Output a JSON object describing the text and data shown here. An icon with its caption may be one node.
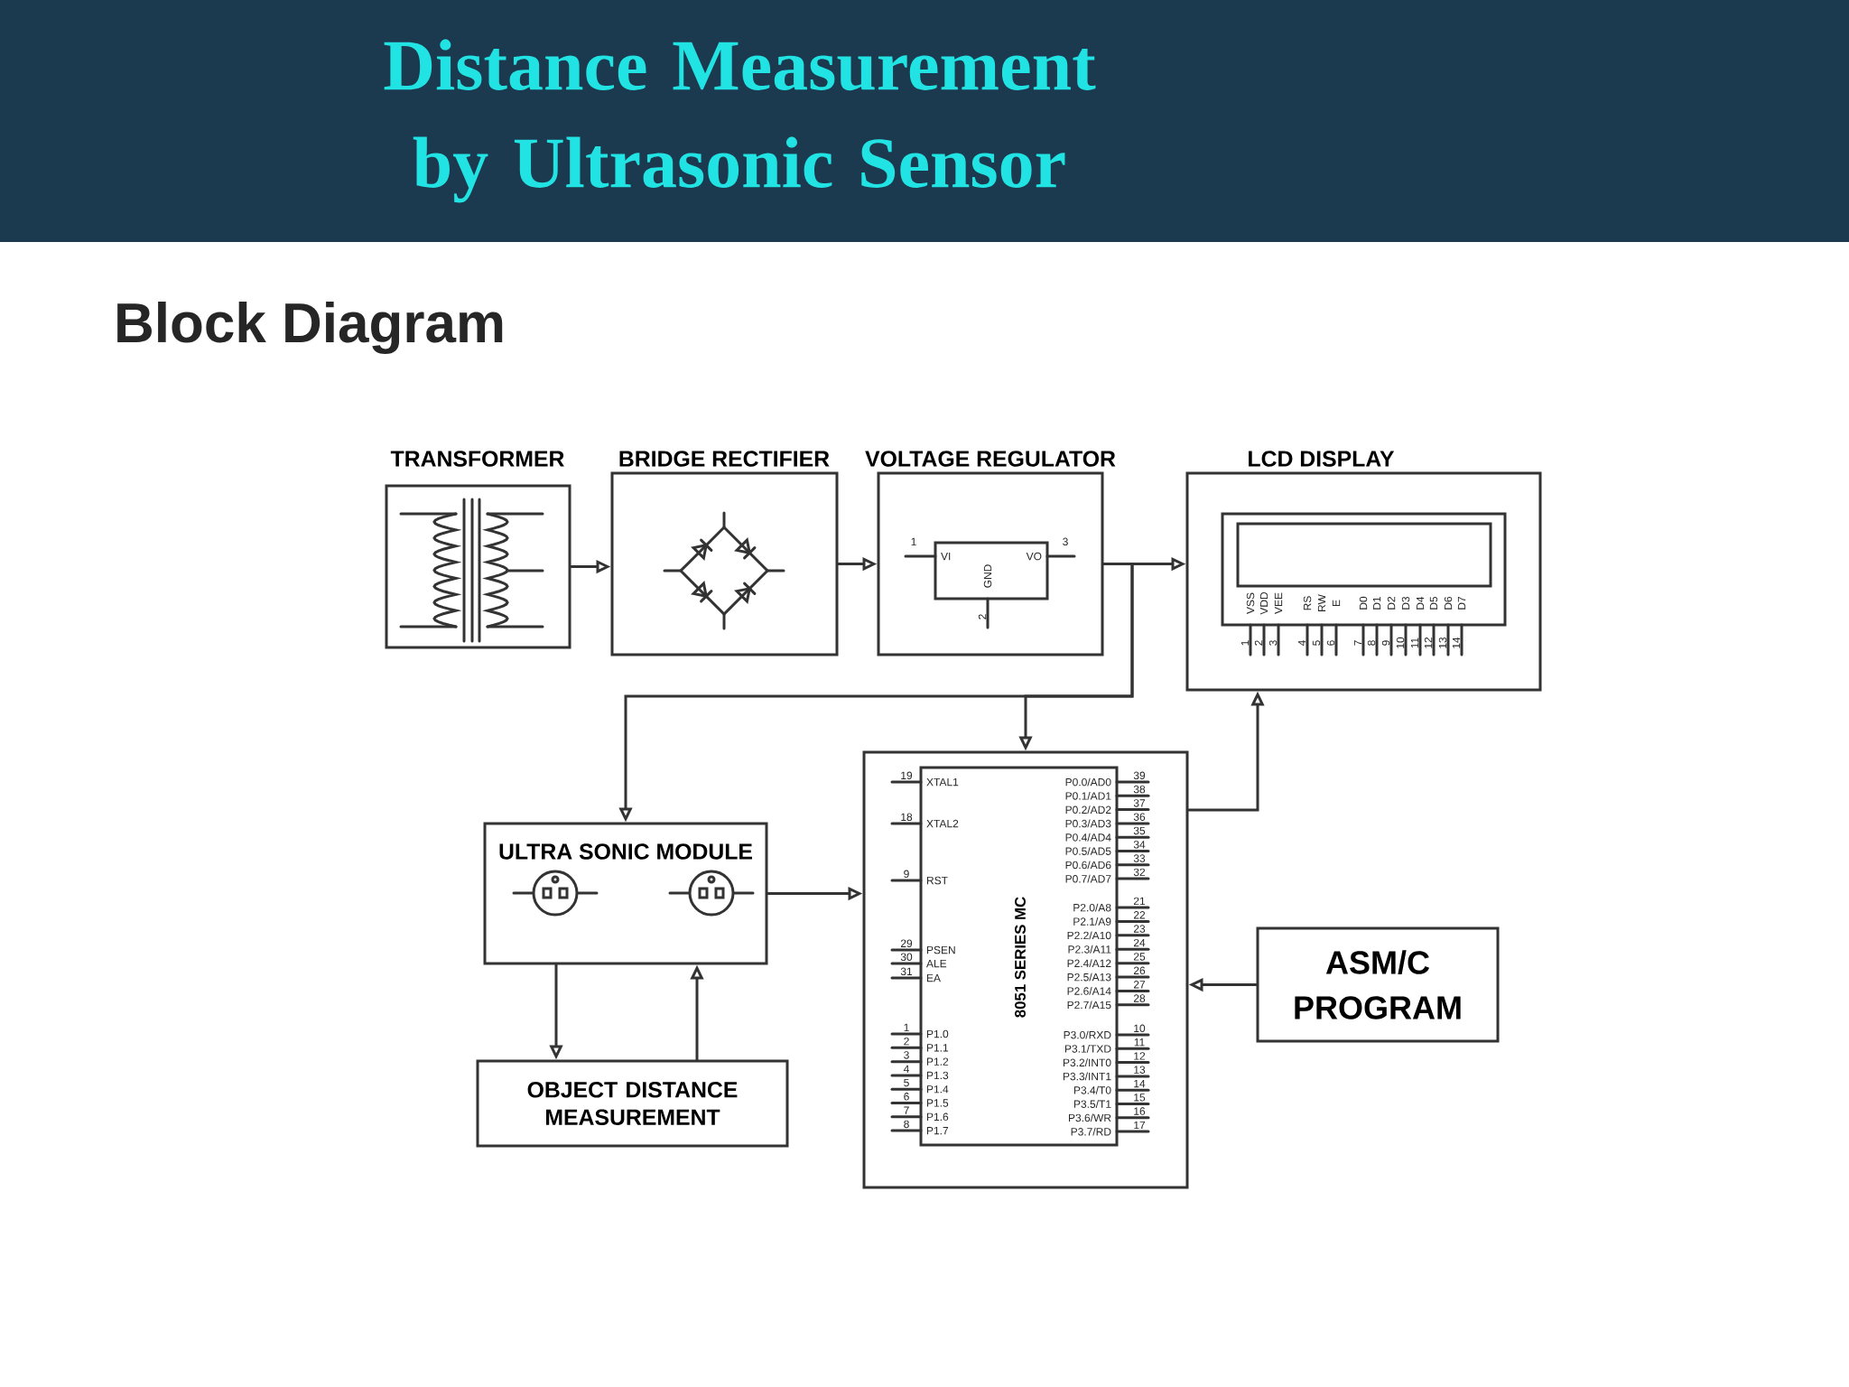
{
  "diagram": {
    "title": "Distance Measurement by Ultrasonic Sensor",
    "nodes": [
      {
        "text": [
          "TRANSFORMER"
        ]
      },
      {
        "text": [
          "BRIDGE RECTIFIER"
        ]
      },
      {
        "text": [
          "VOLTAGE REGULATOR"
        ]
      },
      {
        "text": [
          "LCD DISPLAY"
        ]
      },
      {
        "text": [
          "ULTRA SONIC MODULE"
        ]
      },
      {
        "text": [
          "8051 SERIES MC"
        ]
      },
      {
        "text": [
          "ASM/C PROGRAM"
        ]
      },
      {
        "text": [
          "OBJECT DISTANCE MEASUREMENT"
        ]
      }
    ],
    "edges": [
      {
        "from": 0,
        "to": 1,
        "arrow": "to"
      },
      {
        "from": 1,
        "to": 2,
        "arrow": "to"
      },
      {
        "from": 2,
        "to": 3,
        "arrow": "to"
      },
      {
        "from": 2,
        "to": 4,
        "arrow": "to"
      },
      {
        "from": 2,
        "to": 5,
        "arrow": "to"
      },
      {
        "from": 4,
        "to": 5,
        "arrow": "to"
      },
      {
        "from": 5,
        "to": 3,
        "arrow": "to"
      },
      {
        "from": 6,
        "to": 5,
        "arrow": "to"
      },
      {
        "from": 4,
        "to": 7,
        "arrow": "to"
      },
      {
        "from": 7,
        "to": 4,
        "arrow": "to"
      }
    ],
    "labels": [
      "Block Diagram",
      "1",
      "VI",
      "VO",
      "3",
      "GND",
      "2",
      "VSS",
      "VDD",
      "VEE",
      "RS",
      "RW",
      "E",
      "D0",
      "D1",
      "D2",
      "D3",
      "D4",
      "D5",
      "D6",
      "D7",
      "1",
      "2",
      "3",
      "4",
      "5",
      "6",
      "7",
      "8",
      "9",
      "10",
      "11",
      "12",
      "13",
      "14",
      "19",
      "XTAL1",
      "18",
      "XTAL2",
      "9",
      "RST",
      "29",
      "PSEN",
      "30",
      "ALE",
      "31",
      "EA",
      "1",
      "P1.0",
      "2",
      "P1.1",
      "3",
      "P1.2",
      "4",
      "P1.3",
      "5",
      "P1.4",
      "6",
      "P1.5",
      "7",
      "P1.6",
      "8",
      "P1.7",
      "P0.0/AD0",
      "39",
      "P0.1/AD1",
      "38",
      "P0.2/AD2",
      "37",
      "P0.3/AD3",
      "36",
      "P0.4/AD4",
      "35",
      "P0.5/AD5",
      "34",
      "P0.6/AD6",
      "33",
      "P0.7/AD7",
      "32",
      "P2.0/A8",
      "21",
      "P2.1/A9",
      "22",
      "P2.2/A10",
      "23",
      "P2.3/A11",
      "24",
      "P2.4/A12",
      "25",
      "P2.5/A13",
      "26",
      "P2.6/A14",
      "27",
      "P2.7/A15",
      "28",
      "P3.0/RXD",
      "10",
      "P3.1/TXD",
      "11",
      "P3.2/INT0",
      "12",
      "P3.3/INT1",
      "13",
      "P3.4/T0",
      "14",
      "P3.5/T1",
      "15",
      "P3.6/WR",
      "16",
      "P3.7/RD",
      "17"
    ]
  }
}
